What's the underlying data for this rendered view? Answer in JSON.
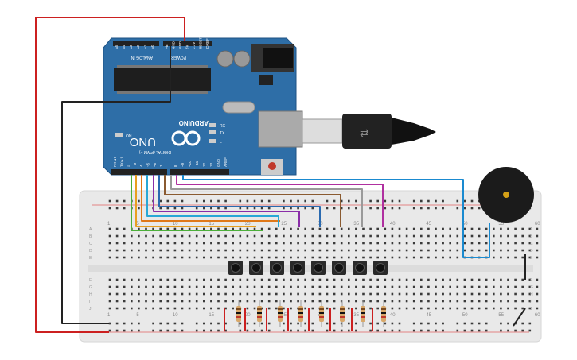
{
  "board": {
    "brand": "ARDUINO",
    "model": "UNO",
    "analog_label": "ANALOG IN",
    "power_label": "POWER",
    "digital_label": "DIGITAL (PWM ~)",
    "on_label": "ON",
    "tx_label": "TX",
    "rx_label": "RX",
    "l_label": "L",
    "power_pins": [
      "Vin",
      "GND",
      "GND",
      "5V",
      "3.3V",
      "RESET",
      "IOREF"
    ],
    "analog_pins": [
      "A5",
      "A4",
      "A3",
      "A2",
      "A1",
      "A0"
    ],
    "digital_pins": [
      "RX◄0",
      "TX►1",
      "2",
      "~3",
      "4",
      "~5",
      "~6",
      "7",
      "8",
      "~9",
      "~10",
      "~11",
      "12",
      "13",
      "GND",
      "AREF"
    ]
  },
  "breadboard": {
    "column_numbers": [
      "1",
      "5",
      "10",
      "15",
      "20",
      "25",
      "30",
      "35",
      "40",
      "45",
      "50",
      "55",
      "60"
    ],
    "top_row_letters": [
      "A",
      "B",
      "C",
      "D",
      "E"
    ],
    "bottom_row_letters": [
      "F",
      "G",
      "H",
      "I",
      "J"
    ]
  },
  "components": {
    "buttons": 8,
    "resistors": 8,
    "buzzer": 1
  },
  "wire_colors": {
    "power": "#cc2020",
    "ground": "#222222",
    "pin2": "#4caf3a",
    "pin3": "#e8a020",
    "pin4": "#e07818",
    "pin5": "#29a8d6",
    "pin6": "#8a2ea8",
    "pin7": "#2a6ab0",
    "pin8": "#8a5a30",
    "pin9": "#9a9a9a",
    "pin10": "#b030a0",
    "buzzer": "#1a8ad0"
  }
}
